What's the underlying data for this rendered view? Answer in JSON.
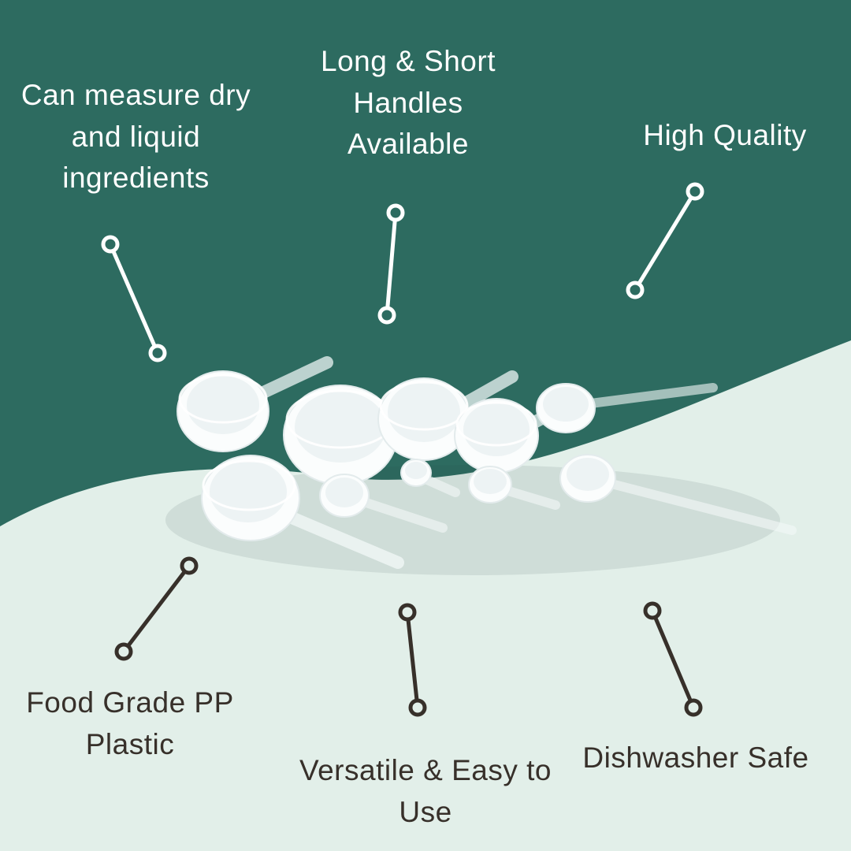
{
  "colors": {
    "background_top": "#2d6b60",
    "background_bottom": "#e2efe9",
    "text_light": "#ffffff",
    "text_dark": "#37302a",
    "connector_light": "#ffffff",
    "connector_dark": "#37302a"
  },
  "callouts": {
    "measure": {
      "label": "Can measure dry and liquid ingredients"
    },
    "handles": {
      "label": "Long & Short Handles Available"
    },
    "quality": {
      "label": "High Quality"
    },
    "food_grade": {
      "label": "Food Grade PP Plastic"
    },
    "versatile": {
      "label": "Versatile & Easy to Use"
    },
    "dishwasher": {
      "label": "Dishwasher Safe"
    }
  },
  "product_image": {
    "name": "measuring-scoops-photo"
  }
}
